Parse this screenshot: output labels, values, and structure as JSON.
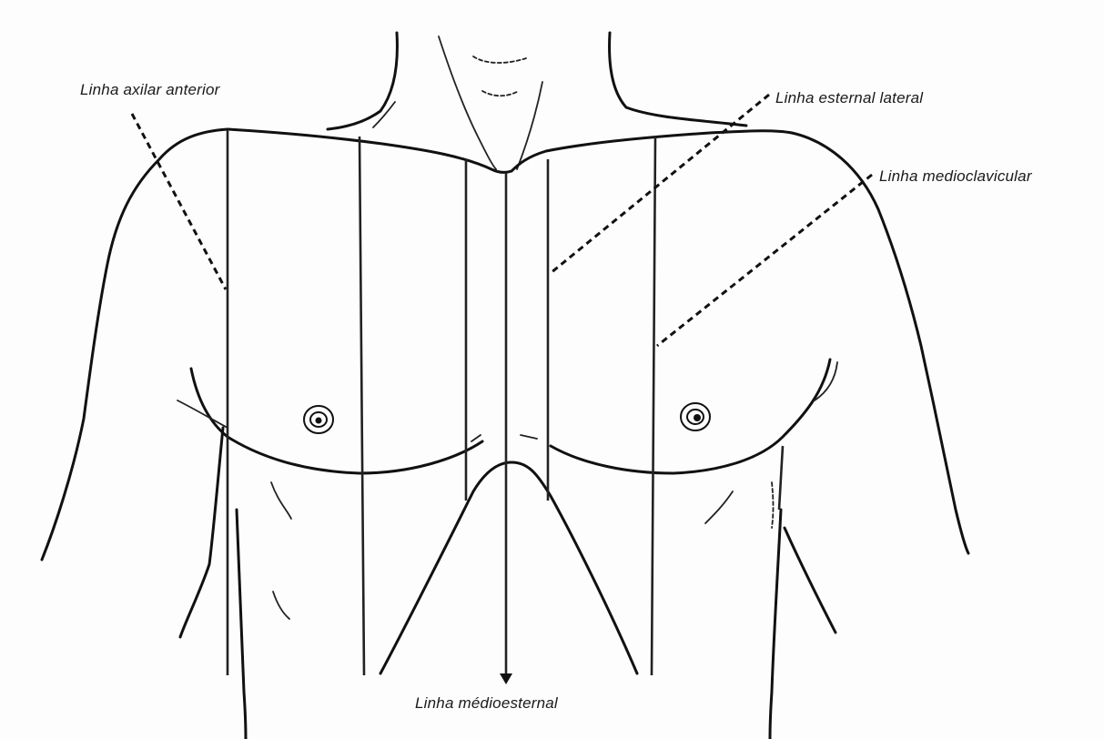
{
  "labels": {
    "axilar_anterior": "Linha axilar anterior",
    "esternal_lateral": "Linha  esternal  lateral",
    "medioclavicular": "Linha  medioclavicular",
    "medioesternal": "Linha médioesternal"
  }
}
